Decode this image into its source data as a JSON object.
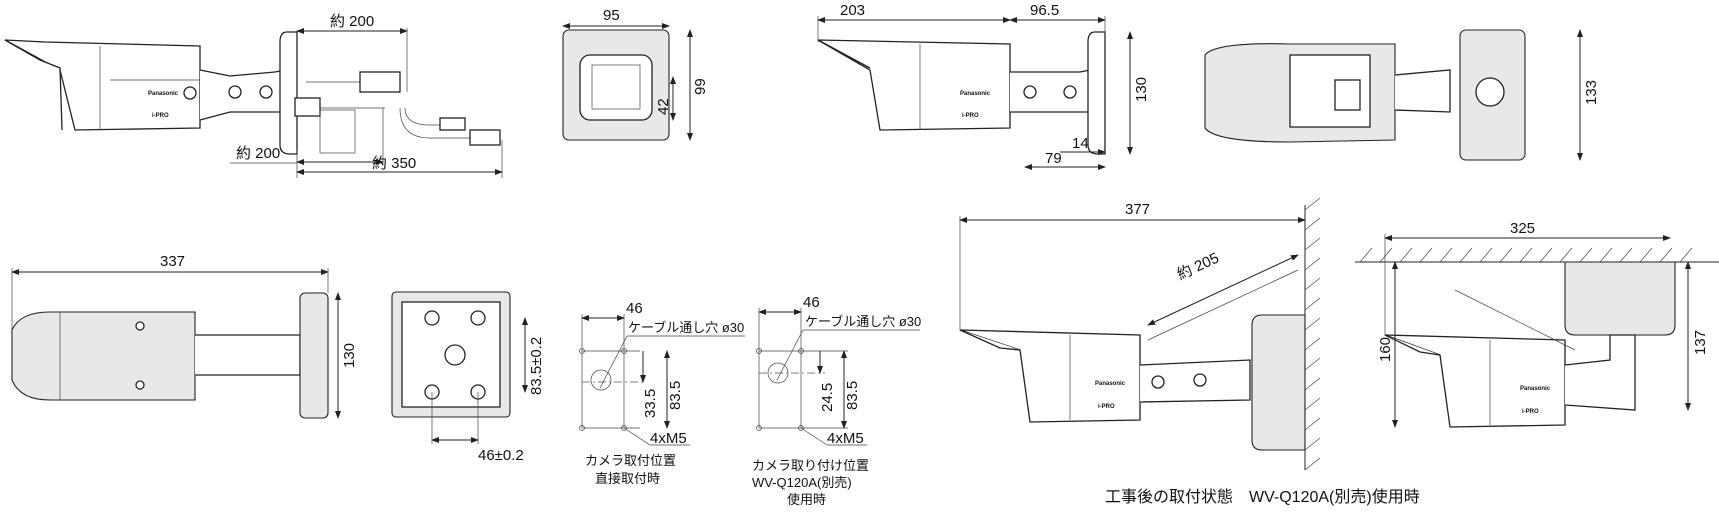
{
  "views": {
    "side_view_cables": {
      "cable_length_top": "約 200",
      "cable_length_left": "約 200",
      "cable_length_total": "約 350",
      "brand_logo": "Panasonic",
      "model_logo": "i-PRO"
    },
    "front_view": {
      "width": "95",
      "lens_height": "42",
      "height": "99"
    },
    "side_view": {
      "length": "203",
      "mount_depth": "96.5",
      "base_height": "130",
      "offset_small": "14",
      "offset": "79",
      "brand_logo": "Panasonic",
      "model_logo": "i-PRO"
    },
    "rear_view": {
      "base_height": "133"
    },
    "top_view": {
      "length": "337",
      "base_height": "130"
    },
    "base_bottom_view": {
      "hole_pitch_vertical": "83.5±0.2",
      "hole_pitch_horizontal": "46±0.2"
    },
    "hole_pattern_direct": {
      "width": "46",
      "cable_hole": "ケーブル通し穴 ø30",
      "hole_offset": "33.5",
      "pitch": "83.5",
      "screws": "4xM5",
      "caption_line1": "カメラ取付位置",
      "caption_line2": "直接取付時"
    },
    "hole_pattern_bracket": {
      "width": "46",
      "cable_hole": "ケーブル通し穴 ø30",
      "hole_offset": "24.5",
      "pitch": "83.5",
      "screws": "4xM5",
      "caption_line1": "カメラ取り付け位置",
      "caption_line2": "WV-Q120A(別売)",
      "caption_line3": "使用時"
    },
    "installed_wall": {
      "reach": "377",
      "wire_length": "約 205",
      "brand_logo": "Panasonic",
      "model_logo": "i-PRO"
    },
    "installed_ceiling": {
      "reach": "325",
      "height": "160",
      "bracket_height": "137",
      "brand_logo": "Panasonic",
      "model_logo": "i-PRO"
    },
    "caption": "工事後の取付状態　WV-Q120A(別売)使用時"
  }
}
